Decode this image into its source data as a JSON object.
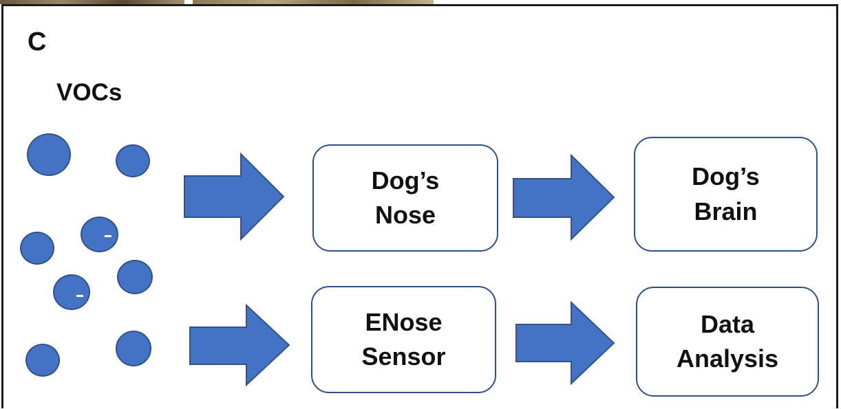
{
  "panel": {
    "letter": "C"
  },
  "vocs": {
    "title": "VOCs"
  },
  "charge_symbol": "-",
  "boxes": {
    "dogs_nose": {
      "line1": "Dog’s",
      "line2": "Nose"
    },
    "dogs_brain": {
      "line1": "Dog’s",
      "line2": "Brain"
    },
    "enose_sensor": {
      "line1": "ENose",
      "line2": "Sensor"
    },
    "data_analysis": {
      "line1": "Data",
      "line2": "Analysis"
    }
  },
  "colors": {
    "molecule_fill": "#4472c4",
    "molecule_stroke": "#2f528f",
    "arrow_fill": "#4472c4",
    "box_border": "#2f4f8a",
    "frame": "#1a1a1a"
  }
}
